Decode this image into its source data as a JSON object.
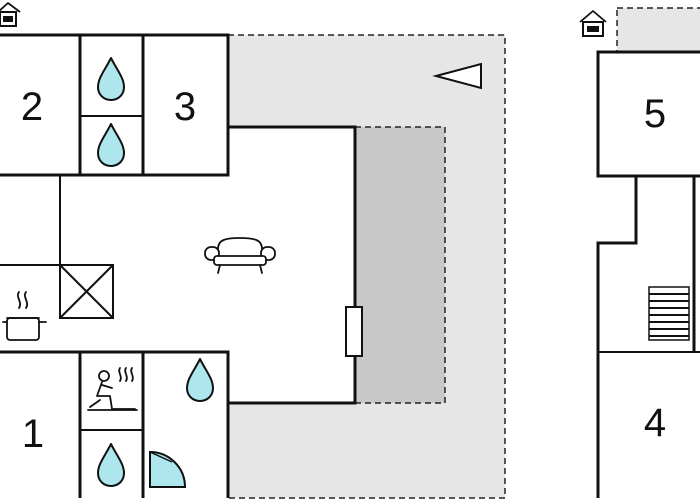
{
  "plan": {
    "colors": {
      "terrace": "#e6e6e6",
      "pool": "#c8c8c8",
      "wall": "#111111",
      "water_icon": "#aee6ee",
      "shower_icon": "#aee6ee"
    },
    "rooms": {
      "room_1": "1",
      "room_2": "2",
      "room_3": "3",
      "room_4": "4",
      "room_5": "5"
    },
    "icons": [
      "house-icon",
      "compass-arrow-icon",
      "water-drop-icon",
      "sofa-icon",
      "kitchen-pot-icon",
      "stove-icon",
      "sauna-icon",
      "shower-icon",
      "stairs-icon",
      "door-icon"
    ]
  }
}
